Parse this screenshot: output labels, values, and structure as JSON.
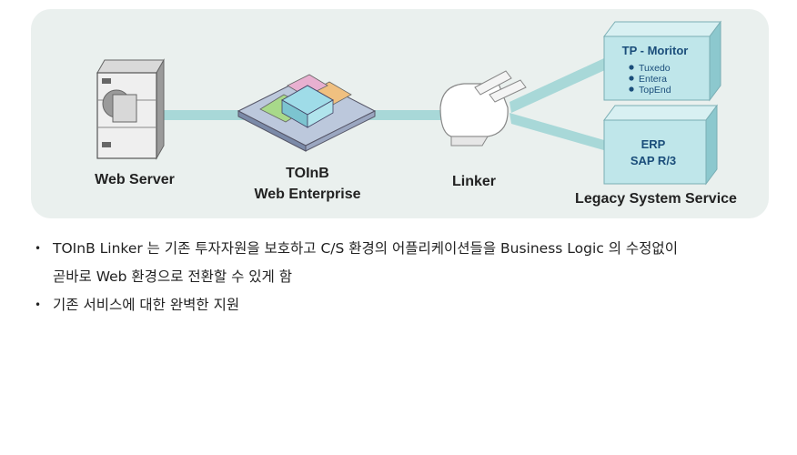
{
  "diagram": {
    "web_server_label": "Web Server",
    "toinb_label_line1": "TOInB",
    "toinb_label_line2": "Web Enterprise",
    "linker_label": "Linker",
    "legacy_label": "Legacy System Service",
    "tp_box": {
      "title": "TP - Moritor",
      "items": [
        "Tuxedo",
        "Entera",
        "TopEnd"
      ]
    },
    "erp_box": {
      "line1": "ERP",
      "line2": "SAP R/3"
    },
    "colors": {
      "panel_bg": "#eaf0ee",
      "connector": "#a8d8d8",
      "box_fill": "#bfe6ea",
      "box_text": "#1a4d7a"
    }
  },
  "bullets": [
    {
      "line1": "TOInB Linker 는 기존 투자자원을 보호하고 C/S 환경의 어플리케이션들을 Business Logic 의  수정없이",
      "line2": "곧바로 Web 환경으로 전환할 수 있게 함"
    },
    {
      "line1": "기존 서비스에 대한 완벽한 지원"
    }
  ]
}
